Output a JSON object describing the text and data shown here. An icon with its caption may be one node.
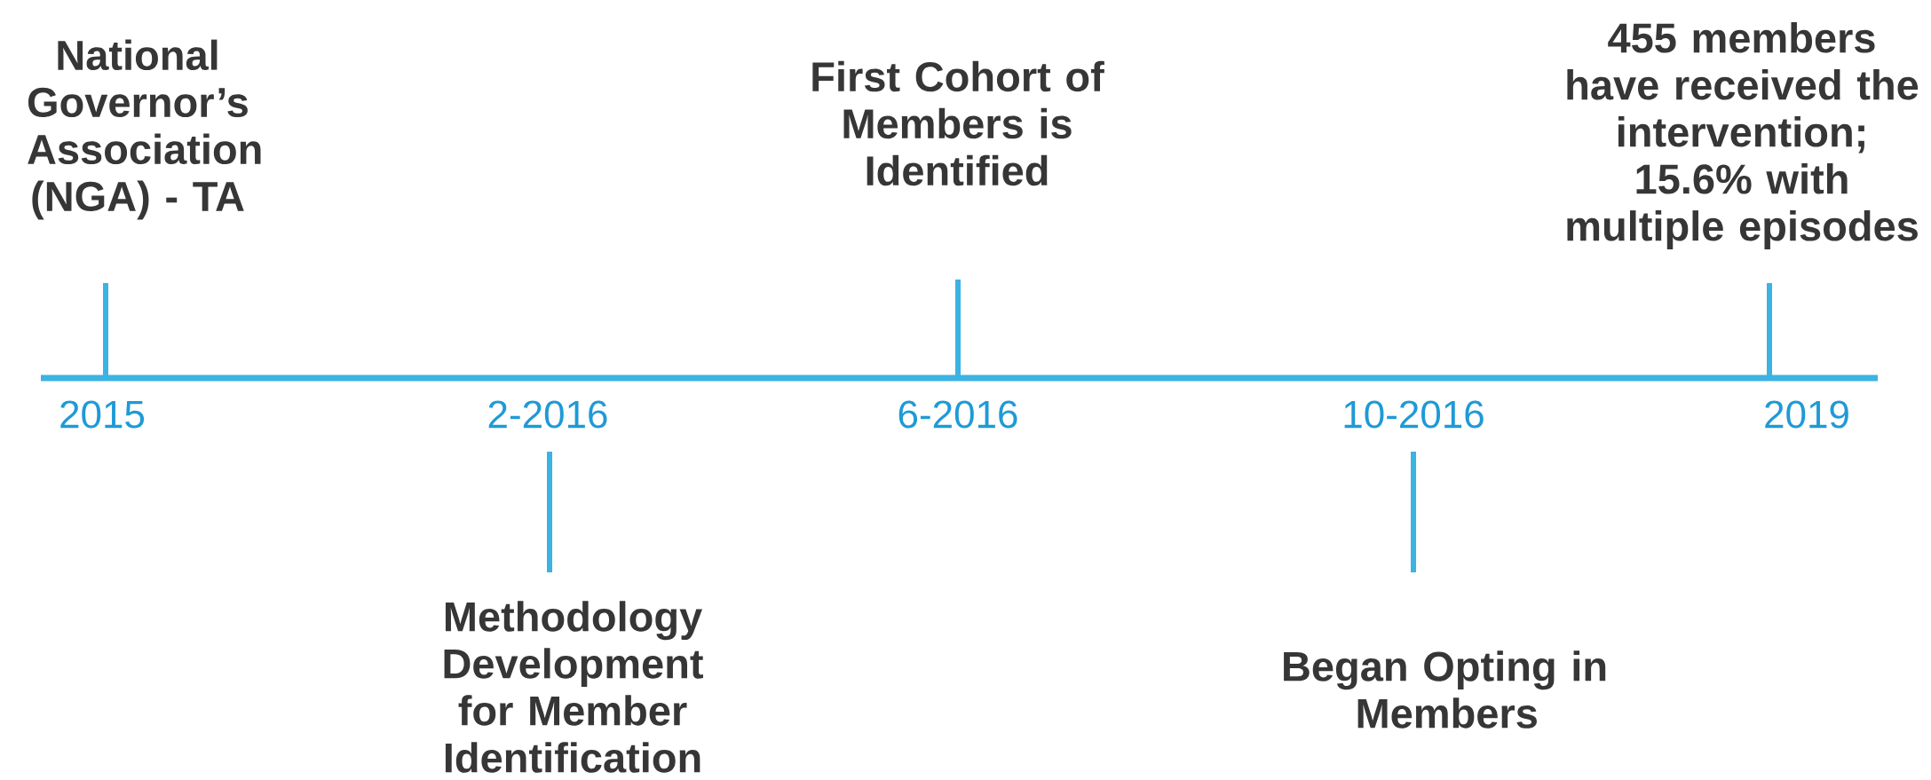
{
  "diagram": {
    "nodes": [
      {
        "text": [
          "National Governor’s Association (NGA) - TA"
        ]
      },
      {
        "text": [
          "Methodology Development for Member Identification"
        ]
      },
      {
        "text": [
          "First Cohort of Members is Identified"
        ]
      },
      {
        "text": [
          "Began Opting in Members"
        ]
      },
      {
        "text": [
          "455 members have received the intervention; 15.6% with multiple episodes"
        ]
      }
    ],
    "labels": [
      "2015",
      "2-2016",
      "6-2016",
      "10-2016",
      "2019"
    ]
  }
}
